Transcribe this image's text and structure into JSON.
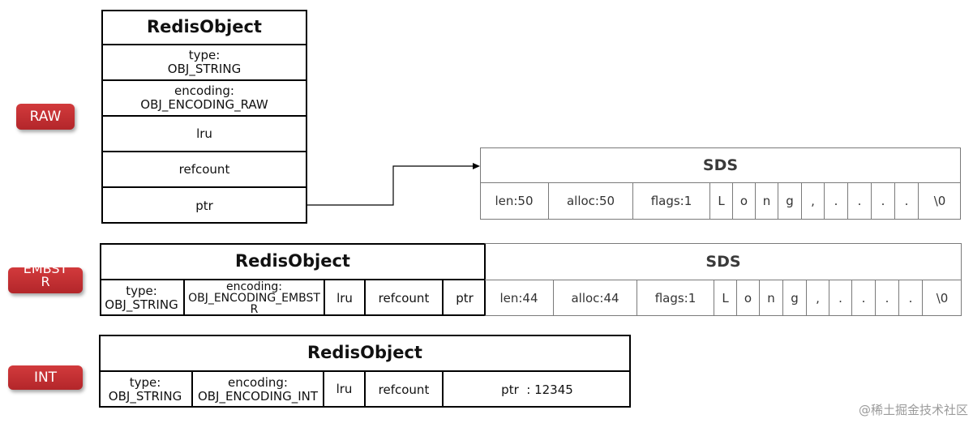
{
  "badges": {
    "raw": "RAW",
    "embstr_line1": "EMBST",
    "embstr_line2": "R",
    "int": "INT"
  },
  "raw": {
    "title": "RedisObject",
    "type_label": "type:",
    "type_value": "OBJ_STRING",
    "encoding_label": "encoding:",
    "encoding_value": "OBJ_ENCODING_RAW",
    "lru": "lru",
    "refcount": "refcount",
    "ptr": "ptr",
    "sds": {
      "title": "SDS",
      "cells": [
        "len:50",
        "alloc:50",
        "flags:1",
        "L",
        "o",
        "n",
        "g",
        ",",
        ".",
        ".",
        ".",
        ".",
        "\\0"
      ]
    }
  },
  "embstr": {
    "title": "RedisObject",
    "type_label": "type:",
    "type_value": "OBJ_STRING",
    "encoding_label": "encoding:",
    "encoding_value_1": "OBJ_ENCODING_EMBST",
    "encoding_value_2": "R",
    "lru": "lru",
    "refcount": "refcount",
    "ptr": "ptr",
    "sds": {
      "title": "SDS",
      "cells": [
        "len:44",
        "alloc:44",
        "flags:1",
        "L",
        "o",
        "n",
        "g",
        ",",
        ".",
        ".",
        ".",
        ".",
        "\\0"
      ]
    }
  },
  "int": {
    "title": "RedisObject",
    "type_label": "type:",
    "type_value": "OBJ_STRING",
    "encoding_label": "encoding:",
    "encoding_value": "OBJ_ENCODING_INT",
    "lru": "lru",
    "refcount": "refcount",
    "ptr": "ptr  : 12345"
  },
  "watermark": "@稀土掘金技术社区"
}
